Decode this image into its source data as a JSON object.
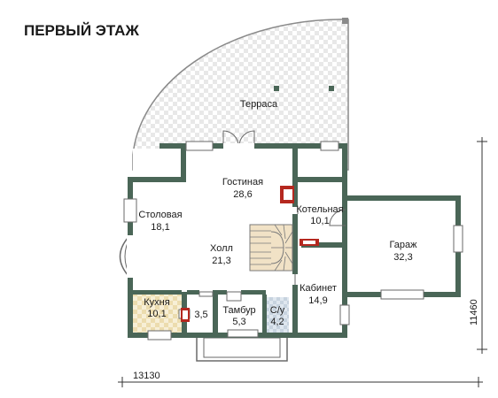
{
  "title": "ПЕРВЫЙ ЭТАЖ",
  "rooms": {
    "terrace": {
      "name": "Терраса",
      "area": ""
    },
    "living": {
      "name": "Гостиная",
      "area": "28,6"
    },
    "boiler": {
      "name": "Котельная",
      "area": "10,1"
    },
    "dining": {
      "name": "Столовая",
      "area": "18,1"
    },
    "hall": {
      "name": "Холл",
      "area": "21,3"
    },
    "garage": {
      "name": "Гараж",
      "area": "32,3"
    },
    "study": {
      "name": "Кабинет",
      "area": "14,9"
    },
    "kitchen": {
      "name": "Кухня",
      "area": "10,1"
    },
    "pantry": {
      "name": "",
      "area": "3,5"
    },
    "vestibule": {
      "name": "Тамбур",
      "area": "5,3"
    },
    "wc": {
      "name": "С/у",
      "area": "4,2"
    }
  },
  "dimensions": {
    "width": "13130",
    "height": "11460"
  },
  "colors": {
    "wall": "#4a6657",
    "tile": "#e6e6e6",
    "kitchen_floor": "#f3e8c8",
    "fireplace": "#b5281f"
  }
}
